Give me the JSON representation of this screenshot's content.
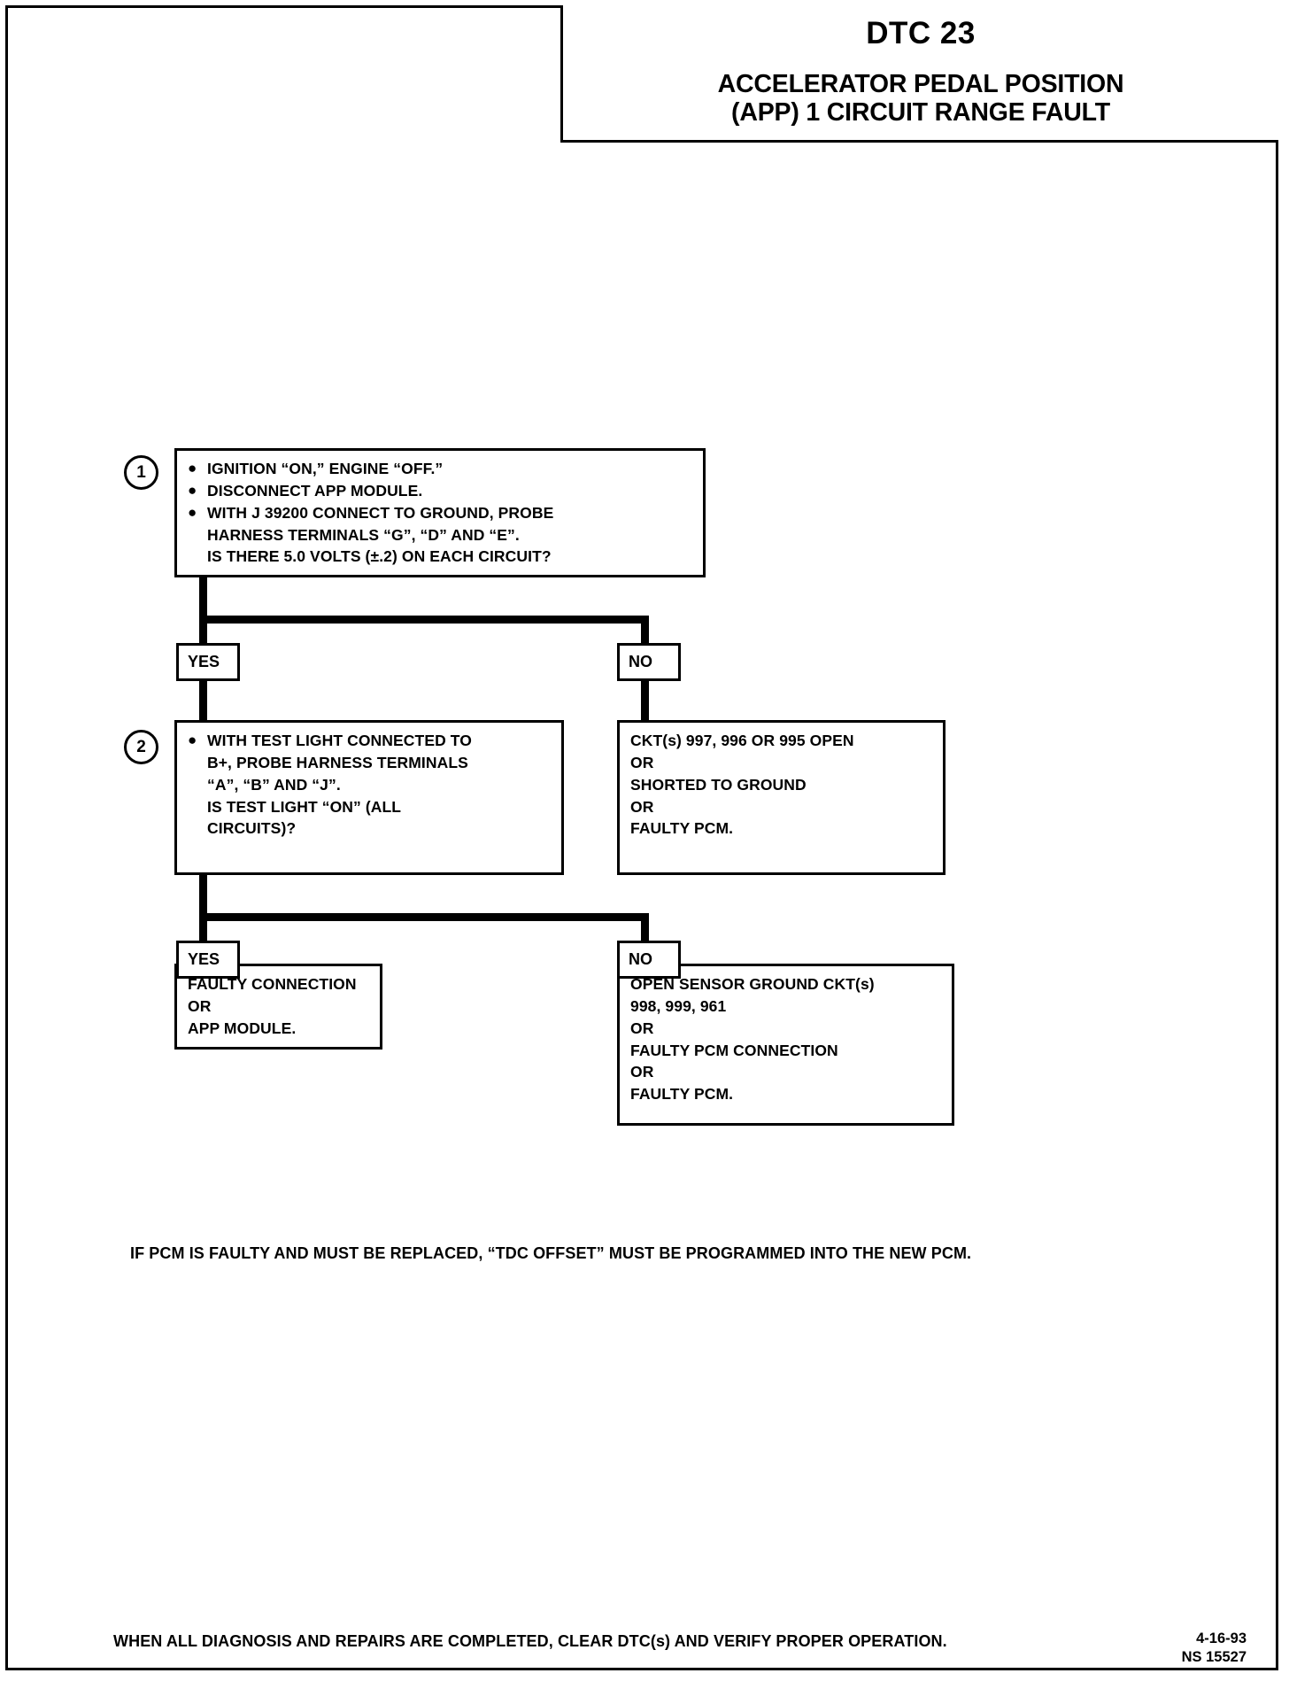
{
  "header": {
    "dtc_code": "DTC 23",
    "title_line1": "ACCELERATOR PEDAL POSITION",
    "title_line2": "(APP) 1 CIRCUIT RANGE FAULT"
  },
  "steps": [
    {
      "number": "1",
      "bullets": [
        "IGNITION “ON,” ENGINE “OFF.”",
        "DISCONNECT APP MODULE.",
        "WITH J 39200 CONNECT TO GROUND, PROBE"
      ],
      "cont_line1": "HARNESS TERMINALS “G”, “D” AND “E”.",
      "cont_line2": "IS THERE 5.0 VOLTS (±.2) ON EACH CIRCUIT?"
    },
    {
      "number": "2",
      "bullets": [
        "WITH TEST LIGHT CONNECTED TO"
      ],
      "cont_line1": "B+, PROBE HARNESS TERMINALS",
      "cont_line2": "“A”, “B” AND “J”.",
      "cont_line3": "IS TEST LIGHT “ON” (ALL",
      "cont_line4": "CIRCUITS)?"
    }
  ],
  "branch_tags": {
    "yes_1": "YES",
    "no_1": "NO",
    "yes_2": "YES",
    "no_2": "NO"
  },
  "results": {
    "no_1": [
      "CKT(s) 997, 996 OR 995 OPEN",
      "OR",
      "SHORTED TO GROUND",
      "OR",
      "FAULTY PCM."
    ],
    "yes_2": [
      "FAULTY CONNECTION",
      "OR",
      "APP MODULE."
    ],
    "no_2": [
      "OPEN SENSOR GROUND CKT(s)",
      "998, 999, 961",
      "OR",
      "FAULTY PCM CONNECTION",
      "OR",
      "FAULTY PCM."
    ]
  },
  "notes": {
    "pcm_note": "IF PCM IS FAULTY AND MUST BE REPLACED, “TDC OFFSET” MUST BE PROGRAMMED INTO THE NEW PCM.",
    "footer_note": "WHEN ALL DIAGNOSIS AND REPAIRS ARE COMPLETED, CLEAR DTC(s) AND VERIFY PROPER OPERATION."
  },
  "stamp": {
    "date": "4-16-93",
    "doc_id": "NS 15527"
  },
  "bullet_glyph": "●",
  "colors": {
    "ink": "#000000",
    "paper": "#ffffff"
  }
}
